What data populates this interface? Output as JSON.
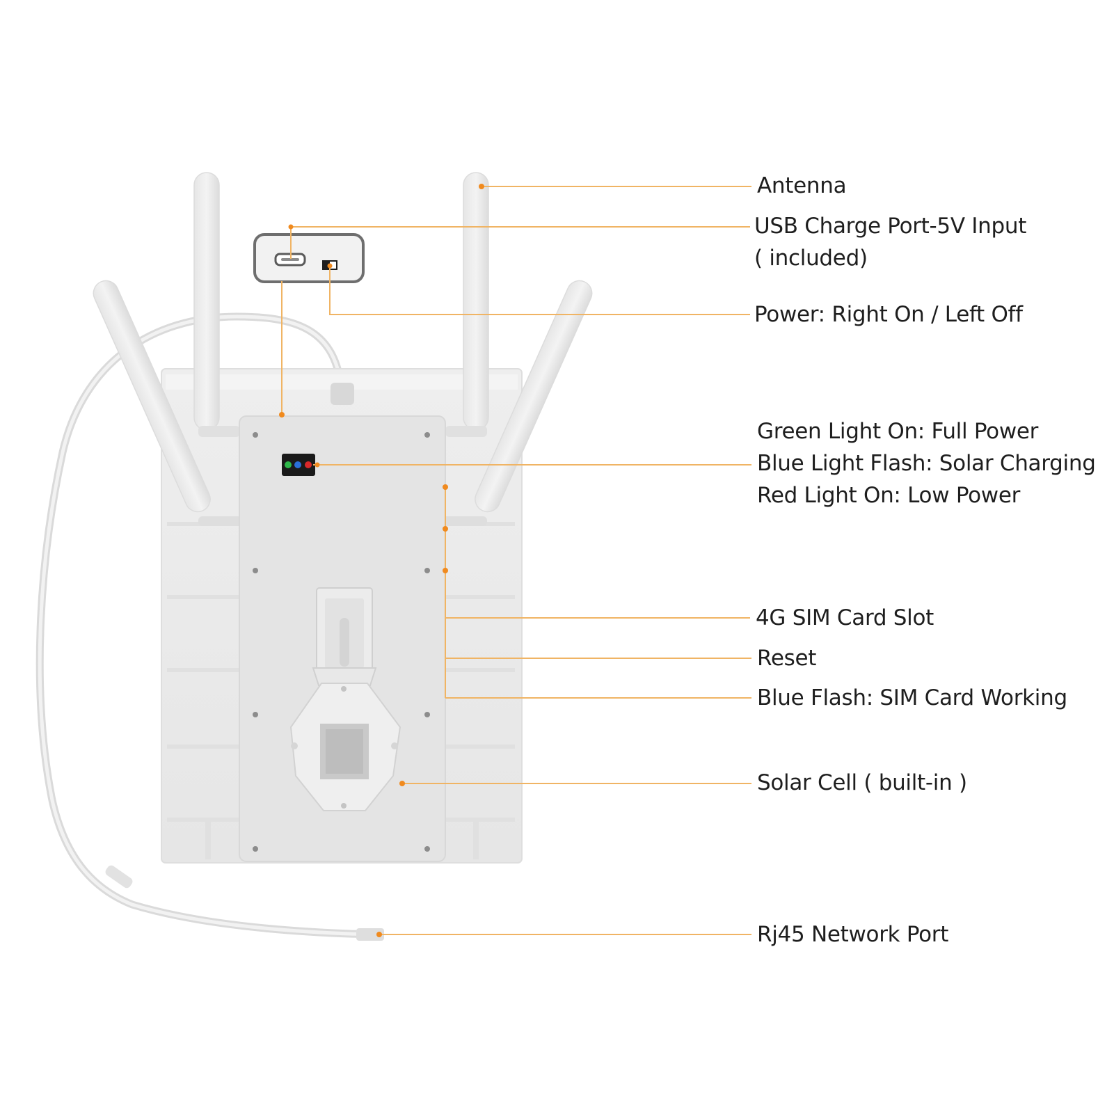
{
  "callouts": {
    "antenna": "Antenna",
    "usb_line1": "USB Charge Port-5V Input",
    "usb_line2": "( included)",
    "power": "Power: Right On / Left Off",
    "green_light": "Green Light On: Full Power",
    "blue_light": "Blue Light Flash: Solar Charging",
    "red_light": "Red Light On: Low Power",
    "sim_slot": "4G SIM Card Slot",
    "reset": "Reset",
    "sim_working": "Blue Flash: SIM Card Working",
    "solar_cell": "Solar Cell ( built-in )",
    "rj45": "Rj45 Network Port"
  },
  "colors": {
    "leader_line": "#f0b464",
    "leader_dot": "#f08a1e",
    "device_body": "#ebebeb",
    "device_panel": "#e4e4e4",
    "led_green": "#2eb84a",
    "led_blue": "#2a6fd8",
    "led_red": "#d8282a",
    "led_housing": "#1a1a1a"
  },
  "leds": [
    "green",
    "blue",
    "red"
  ]
}
